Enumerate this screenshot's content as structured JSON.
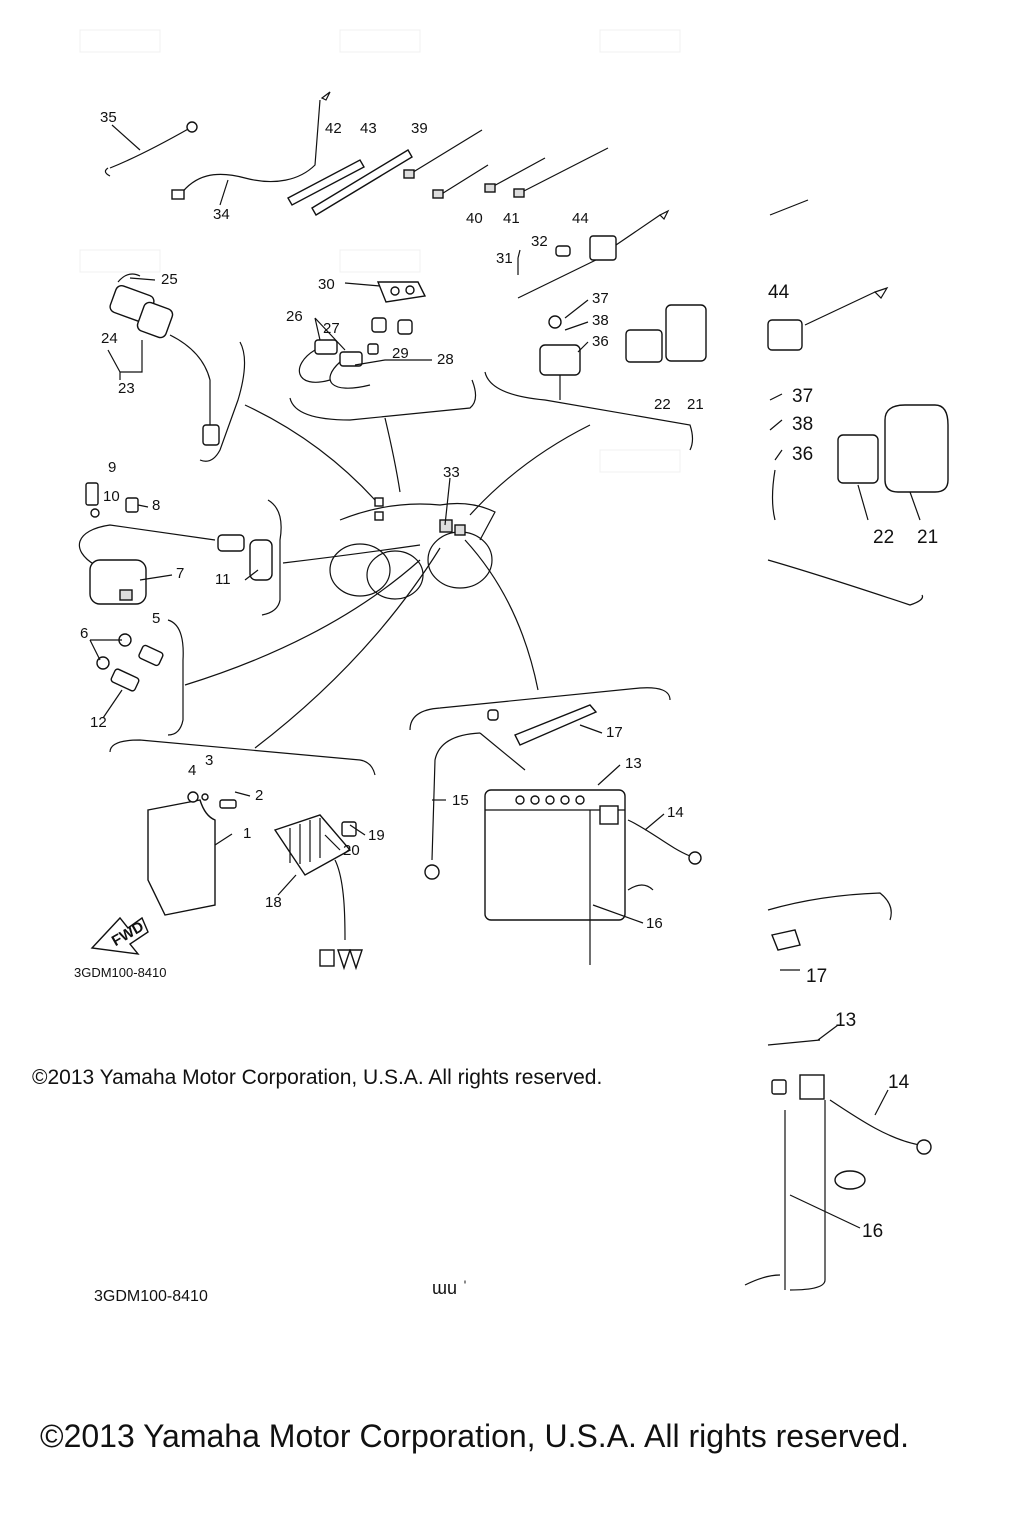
{
  "diagram": {
    "part_labels": [
      "1",
      "2",
      "3",
      "4",
      "5",
      "6",
      "7",
      "8",
      "9",
      "10",
      "11",
      "12",
      "13",
      "14",
      "15",
      "16",
      "17",
      "18",
      "19",
      "20",
      "21",
      "22",
      "23",
      "24",
      "25",
      "26",
      "27",
      "28",
      "29",
      "30",
      "31",
      "32",
      "33",
      "34",
      "35",
      "36",
      "37",
      "38",
      "39",
      "40",
      "41",
      "42",
      "43",
      "44"
    ],
    "zoom_labels": [
      "44",
      "37",
      "38",
      "36",
      "22",
      "21",
      "17",
      "13",
      "14",
      "16"
    ],
    "direction_label": "FWD",
    "diagram_code": "3GDM100-8410",
    "diagram_code_2": "3GDM100-8410",
    "copyright": "©2013 Yamaha Motor Corporation, U.S.A. All rights reserved.",
    "copyright_large": "©2013 Yamaha Motor Corporation, U.S.A. All rights reserved.",
    "fragment_text": "ɯu ˈ"
  }
}
